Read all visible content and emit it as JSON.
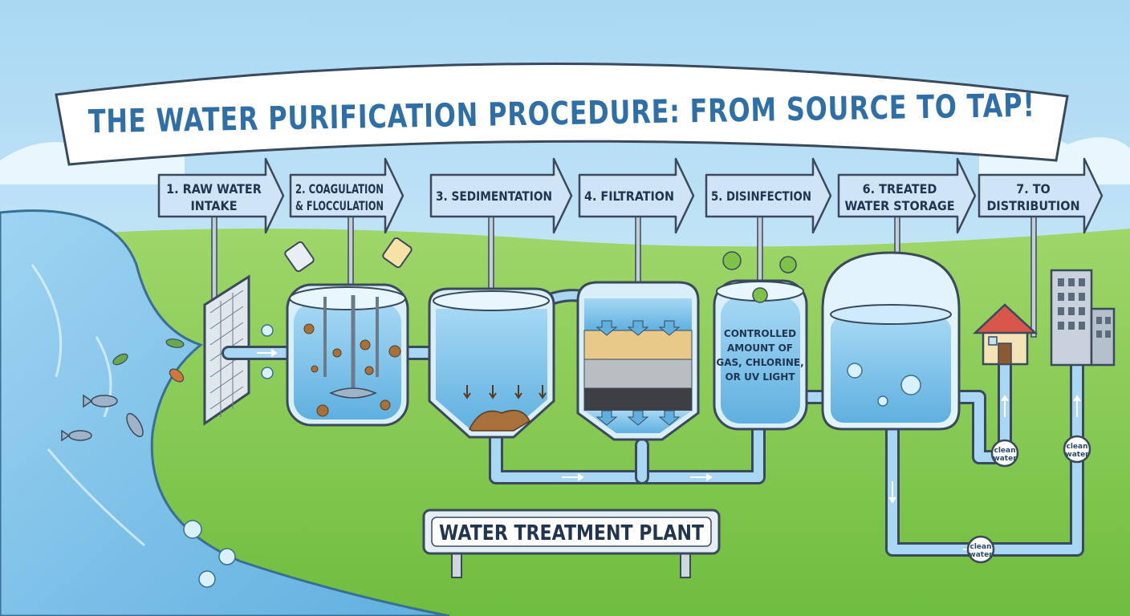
{
  "title": "THE WATER PURIFICATION PROCEDURE: FROM SOURCE TO TAP!",
  "steps": [
    {
      "line1": "1. RAW WATER",
      "line2": "INTAKE"
    },
    {
      "line1": "2. COAGULATION",
      "line2": "& FLOCCULATION"
    },
    {
      "line1": "3. SEDIMENTATION",
      "line2": ""
    },
    {
      "line1": "4. FILTRATION",
      "line2": ""
    },
    {
      "line1": "5. DISINFECTION",
      "line2": ""
    },
    {
      "line1": "6. TREATED",
      "line2": "WATER STORAGE"
    },
    {
      "line1": "7. TO",
      "line2": "DISTRIBUTION"
    }
  ],
  "disinfection_note": [
    "CONTROLLED",
    "AMOUNT OF",
    "GAS, CHLORINE,",
    "OR UV LIGHT"
  ],
  "plant_sign": "WATER TREATMENT PLANT",
  "meter_labels": {
    "house": [
      "clean",
      "water"
    ],
    "building": [
      "clean",
      "water"
    ],
    "bottom": [
      "clean",
      "water"
    ]
  },
  "colors": {
    "sky": "#bfe2f6",
    "grass": "#8fce5c",
    "water": "#8fcbee",
    "river": "#7cc2ea",
    "pipe": "#a9d6f2",
    "banner_text": "#2f6fa8",
    "arrow_fill": "#cfe5f6",
    "outline": "#3a4a5c"
  }
}
